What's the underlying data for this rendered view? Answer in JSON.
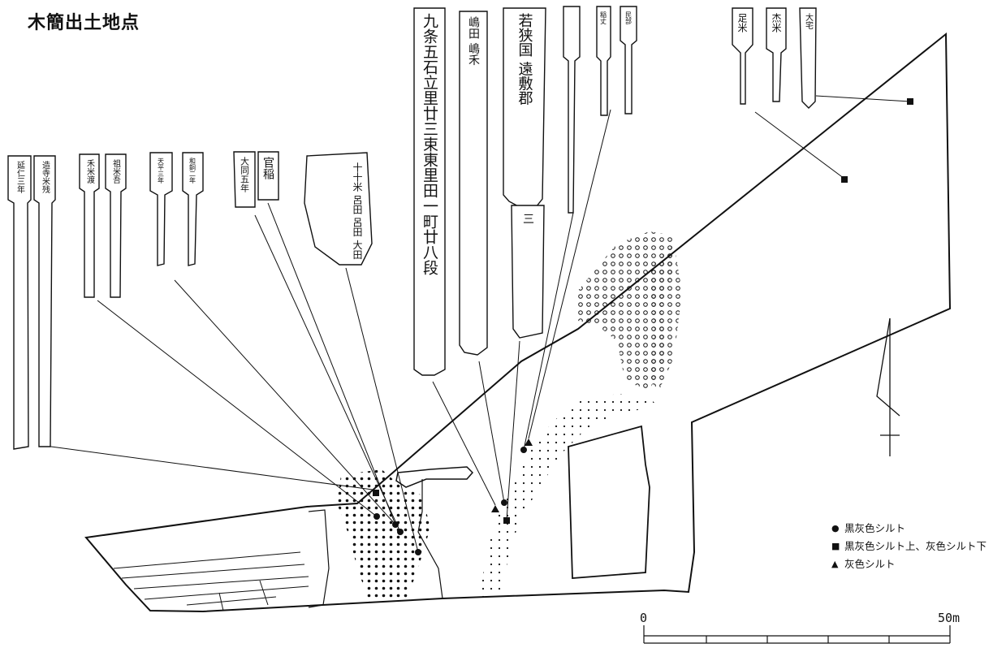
{
  "title": "木簡出土地点",
  "legend": {
    "items": [
      {
        "symbol": "●",
        "marker": "circle",
        "label": "黒灰色シルト"
      },
      {
        "symbol": "■",
        "marker": "square",
        "label": "黒灰色シルト上、灰色シルト下"
      },
      {
        "symbol": "▲",
        "marker": "triangle",
        "label": "灰色シルト"
      }
    ]
  },
  "scale": {
    "start_label": "0",
    "end_label": "50m"
  },
  "tablets": [
    {
      "text": "延仁三年"
    },
    {
      "text": "造寺米残"
    },
    {
      "text": "禾米渡"
    },
    {
      "text": "祖米吾"
    },
    {
      "text": "天平三年"
    },
    {
      "text": "和銅二年"
    },
    {
      "text": "大同五年"
    },
    {
      "text": "官稲"
    },
    {
      "text": "十十米 呂田 呂田 大田"
    },
    {
      "text": "九条五石立里廿三束東里田一町廿八段"
    },
    {
      "text": "嶋田 嶋禾"
    },
    {
      "text": "若狭国 遠敷郡"
    },
    {
      "text": "三"
    },
    {
      "text": "稲丈"
    },
    {
      "text": "民部"
    },
    {
      "text": "足米"
    },
    {
      "text": "杰米"
    },
    {
      "text": "大宅"
    }
  ]
}
